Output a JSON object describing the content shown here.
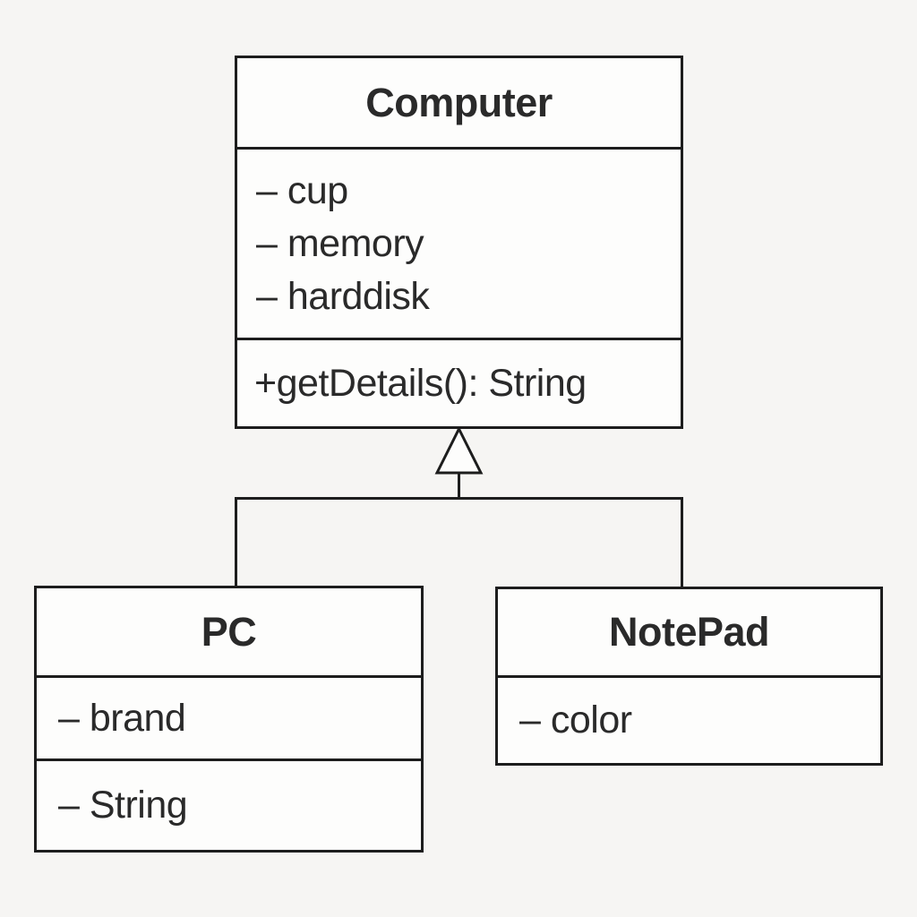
{
  "diagram": {
    "kind": "uml-class-diagram",
    "colors": {
      "background": "#f6f5f3",
      "box_fill": "#fdfdfc",
      "line": "#1d1d1d",
      "text": "#2a2a2a"
    },
    "classes": {
      "computer": {
        "name": "Computer",
        "attributes": [
          "– cup",
          "– memory",
          "– harddisk"
        ],
        "methods": [
          "+getDetails(): String"
        ]
      },
      "pc": {
        "name": "PC",
        "compartment2": [
          "– brand"
        ],
        "compartment3": [
          "– String"
        ]
      },
      "notepad": {
        "name": "NotePad",
        "compartment2": [
          "– color"
        ]
      }
    },
    "relationships": [
      {
        "type": "inheritance",
        "child": "PC",
        "parent": "Computer"
      },
      {
        "type": "inheritance",
        "child": "NotePad",
        "parent": "Computer"
      }
    ]
  }
}
